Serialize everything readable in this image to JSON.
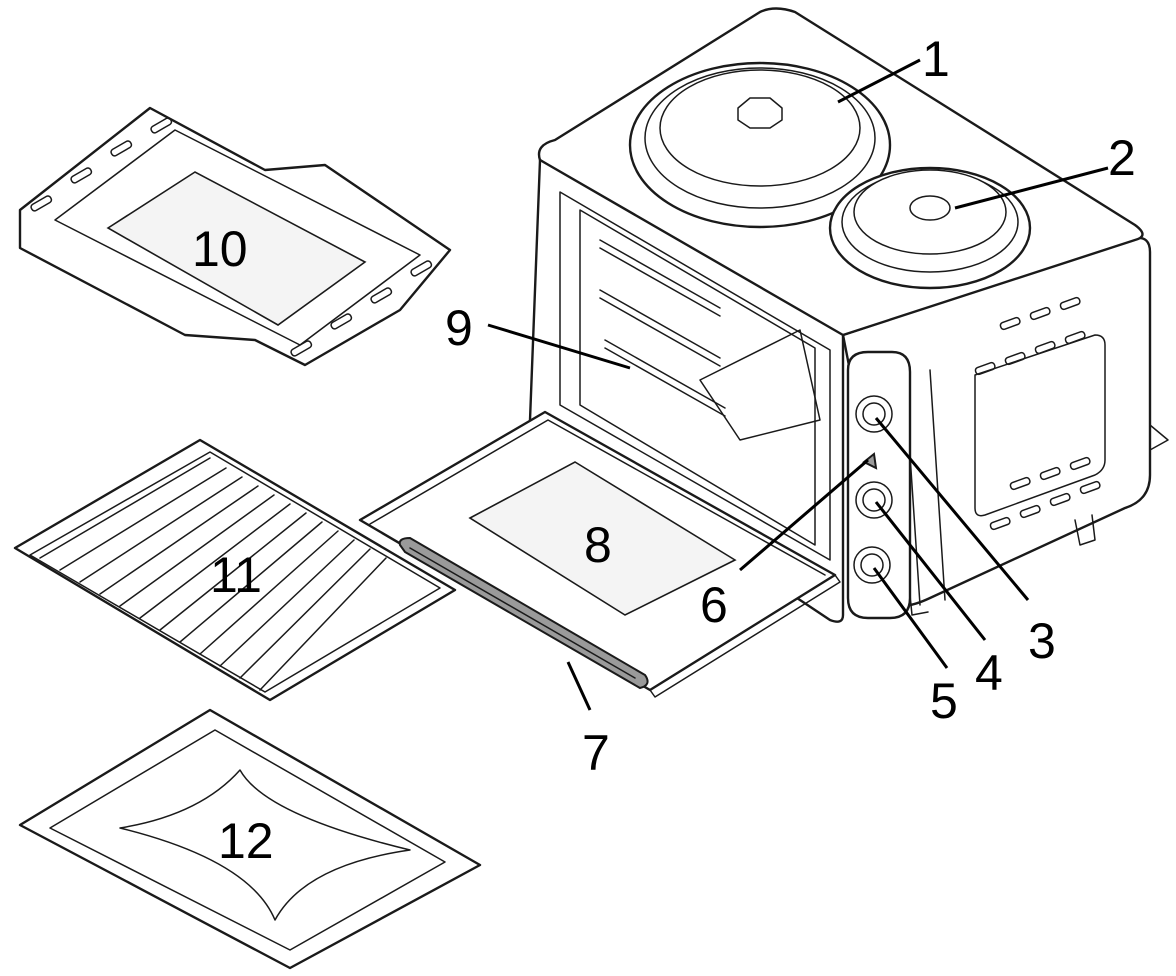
{
  "callouts": [
    {
      "key": "c1",
      "label": "1"
    },
    {
      "key": "c2",
      "label": "2"
    },
    {
      "key": "c3",
      "label": "3"
    },
    {
      "key": "c4",
      "label": "4"
    },
    {
      "key": "c5",
      "label": "5"
    },
    {
      "key": "c6",
      "label": "6"
    },
    {
      "key": "c7",
      "label": "7"
    },
    {
      "key": "c8",
      "label": "8"
    },
    {
      "key": "c9",
      "label": "9"
    },
    {
      "key": "c10",
      "label": "10"
    },
    {
      "key": "c11",
      "label": "11"
    },
    {
      "key": "c12",
      "label": "12"
    }
  ]
}
